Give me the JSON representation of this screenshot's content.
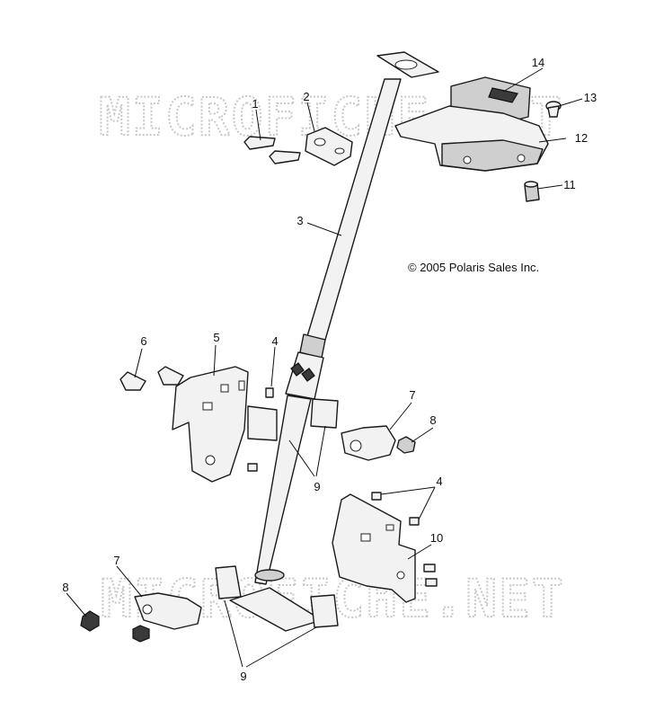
{
  "copyright": "© 2005 Polaris Sales Inc.",
  "watermark": {
    "top": "MICROFICHE.NET",
    "bottom": "MICROFICHE.NET"
  },
  "callouts": {
    "c1": "1",
    "c2": "2",
    "c3": "3",
    "c4a": "4",
    "c4b": "4",
    "c5": "5",
    "c6": "6",
    "c7a": "7",
    "c7b": "7",
    "c8a": "8",
    "c8b": "8",
    "c9a": "9",
    "c9b": "9",
    "c10": "10",
    "c11": "11",
    "c12": "12",
    "c13": "13",
    "c14": "14"
  }
}
